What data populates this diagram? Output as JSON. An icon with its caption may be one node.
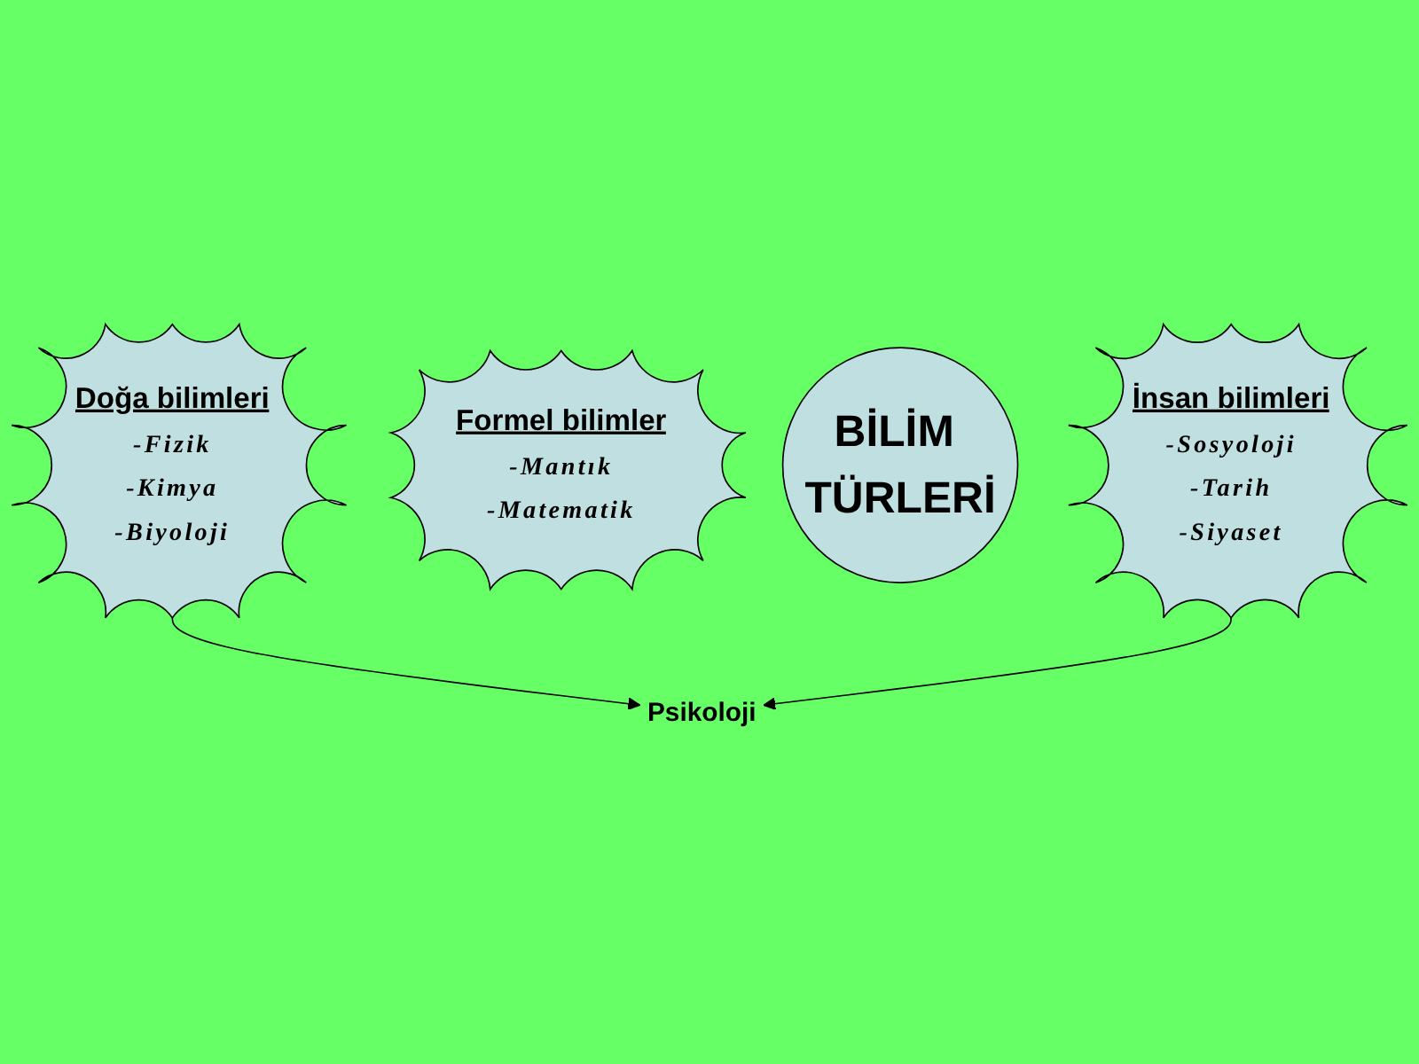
{
  "diagram": {
    "nodes": [
      {
        "text": [
          "Doğa bilimleri",
          "-Fizik",
          "-Kimya",
          "-Biyoloji"
        ]
      },
      {
        "text": [
          "Formel bilimler",
          "-Mantık",
          "-Matematik"
        ]
      },
      {
        "text": [
          "BİLİM TÜRLERİ"
        ]
      },
      {
        "text": [
          "İnsan bilimleri",
          "-Sosyoloji",
          "-Tarih",
          "-Siyaset"
        ]
      },
      {
        "text": [
          "Psikoloji"
        ]
      }
    ],
    "edges": [
      {
        "from": 0,
        "to": 4,
        "arrow": "to"
      },
      {
        "from": 3,
        "to": 4,
        "arrow": "to"
      }
    ]
  }
}
